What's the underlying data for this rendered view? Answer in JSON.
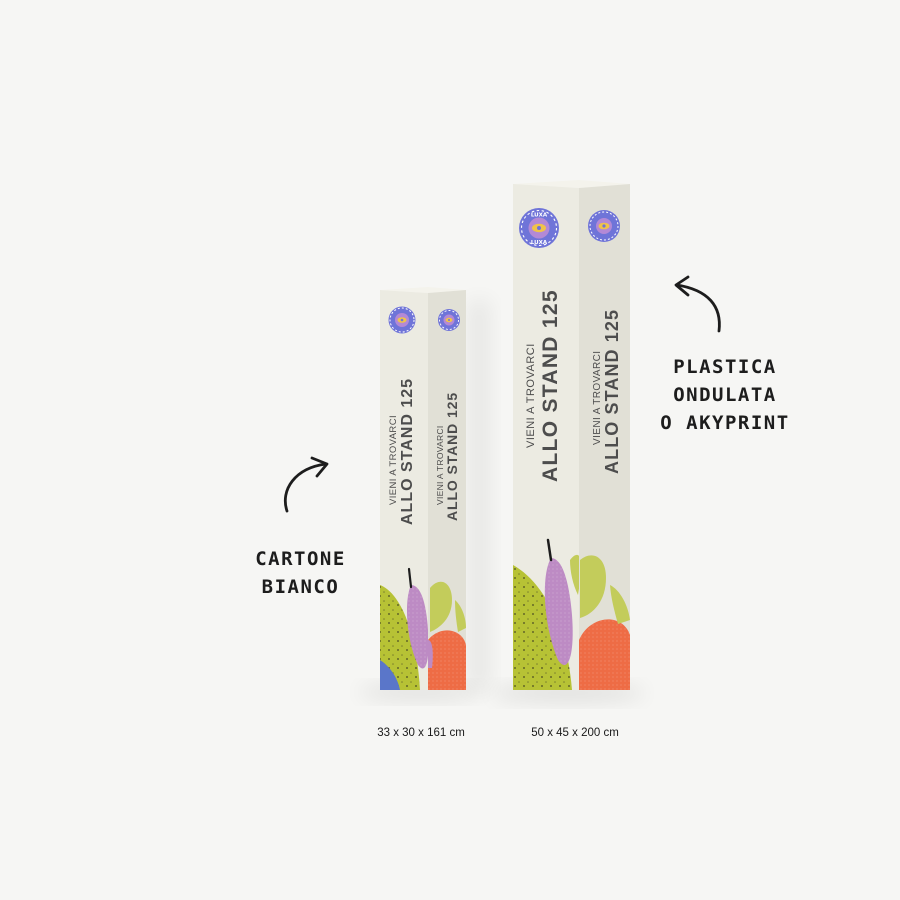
{
  "annotations": {
    "small": {
      "lines": [
        "CARTONE",
        "BIANCO"
      ]
    },
    "large": {
      "lines": [
        "PLASTICA",
        "ONDULATA",
        "O AKYPRINT"
      ]
    }
  },
  "totems": {
    "small": {
      "dimensions": "33 x 30 x 161 cm",
      "line1": "VIENI A TROVARCI",
      "line2": "ALLO STAND 125"
    },
    "large": {
      "dimensions": "50 x 45 x 200 cm",
      "line1": "VIENI A TROVARCI",
      "line2": "ALLO STAND 125"
    }
  },
  "logo": {
    "top_text": "LUXA",
    "bottom_text": "LUXA"
  },
  "colors": {
    "background": "#f6f6f4",
    "panel_front": "#ecebe2",
    "panel_side": "#e1e0d6",
    "text": "#4d4d4d",
    "logo_blue": "#6f74d8",
    "logo_yellow": "#f0c34a",
    "plant_green": "#b7c235",
    "plant_olive": "#c3cc5b",
    "pepper_purple": "#bd8bc4",
    "fruit_orange": "#ee6c45",
    "ink": "#1d1d1d"
  }
}
